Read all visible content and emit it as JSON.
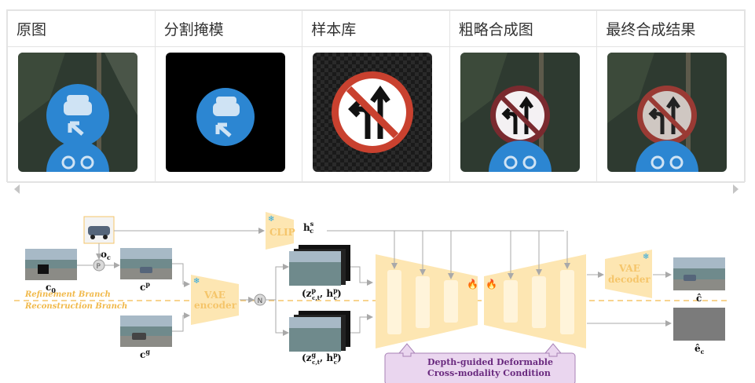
{
  "table": {
    "headers": [
      "原图",
      "分割掩模",
      "样本库",
      "粗略合成图",
      "最终合成结果"
    ]
  },
  "diagram": {
    "clip_label": "CLIP",
    "vae_encoder_label": [
      "VAE",
      "encoder"
    ],
    "vae_decoder_label": [
      "VAE",
      "decoder"
    ],
    "refinement_branch": "Refinement Branch",
    "reconstruction_branch": "Reconstruction Branch",
    "condition_label": [
      "Depth-guided Deformable",
      "Cross-modality Condition"
    ],
    "op_p": "P",
    "op_n": "N"
  },
  "colors": {
    "node_fill": "#fde6b2",
    "arrow": "#a9a9a9",
    "branch_text": "#f1b94a",
    "condition_fill": "#ead6ef",
    "condition_border": "#a882b6",
    "sign_blue": "#2c86d2",
    "sign_red": "#c9412f"
  },
  "icons": [
    "snowflake-icon",
    "fire-icon",
    "scroll-left-icon",
    "scroll-right-icon"
  ]
}
